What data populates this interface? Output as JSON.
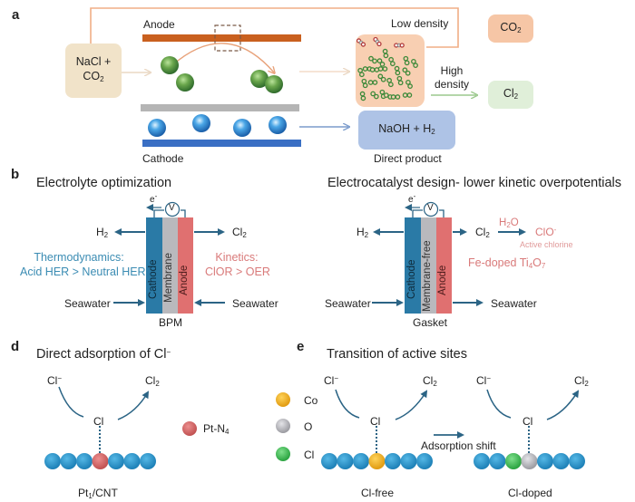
{
  "colors": {
    "anode_bar": "#c9601f",
    "cathode_bar": "#3a6fc4",
    "membrane_bar": "#b5b5b5",
    "co2_box": "#f6c6a6",
    "nacl_box": "#f1e3c9",
    "cl2_box": "#e0efd9",
    "naoh_box": "#aec3e6",
    "cell_cathode": "#2a7aa6",
    "cell_membrane": "#b9b9bd",
    "cell_anode": "#e07070",
    "arrow_dark": "#2b6485",
    "thermo_text": "#3b8cb3",
    "kinetic_text": "#d97a7a",
    "chain_blue": "#2a91c9",
    "pt_red": "#d56060",
    "co_yellow": "#f0b323",
    "o_gray": "#b8b8bc",
    "cl_green": "#3dbb52"
  },
  "panel_a": {
    "label": "a",
    "anode": "Anode",
    "cathode": "Cathode",
    "feed_line1": "NaCl +",
    "feed_line2": "CO",
    "feed_sub": "2",
    "low_density": "Low density",
    "high_density_1": "High",
    "high_density_2": "density",
    "co2_box": "CO",
    "co2_sub": "2",
    "cl2_box": "Cl",
    "cl2_sub": "2",
    "naoh_box": "NaOH + H",
    "naoh_sub": "2",
    "direct_product": "Direct product"
  },
  "panel_b": {
    "label": "b",
    "left": {
      "title": "Electrolyte optimization",
      "electron": "e",
      "electron_sup": "-",
      "voltmeter": "V",
      "h2": "H",
      "h2_sub": "2",
      "cl2": "Cl",
      "cl2_sub": "2",
      "layers": [
        "Cathode",
        "Membrane",
        "Anode"
      ],
      "thermo_1": "Thermodynamics:",
      "thermo_2": "Acid HER > Neutral HER",
      "kinetic_1": "Kinetics:",
      "kinetic_2": "ClOR > OER",
      "seawater_in_left": "Seawater",
      "seawater_in_right": "Seawater",
      "caption": "BPM"
    },
    "right": {
      "title": "Electrocatalyst design- lower kinetic overpotentials",
      "electron": "e",
      "electron_sup": "-",
      "voltmeter": "V",
      "h2": "H",
      "h2_sub": "2",
      "cl2": "Cl",
      "cl2_sub": "2",
      "h2o": "H",
      "h2o_sub": "2",
      "h2o_tail": "O",
      "clo": "ClO",
      "clo_sup": "-",
      "active_chlorine": "Active chlorine",
      "catalyst_pre": "Fe-doped Ti",
      "catalyst_sub1": "4",
      "catalyst_mid": "O",
      "catalyst_sub2": "7",
      "layers": [
        "Cathode",
        "Membrane-free",
        "Anode"
      ],
      "seawater_in": "Seawater",
      "seawater_out": "Seawater",
      "caption": "Gasket"
    }
  },
  "panel_d": {
    "label": "d",
    "title": "Direct adsorption of Cl",
    "title_sup": "−",
    "cl_minus": "Cl",
    "cl_minus_sup": "−",
    "cl2": "Cl",
    "cl2_sub": "2",
    "cl": "Cl",
    "legend_pt": "Pt-N",
    "legend_pt_sub": "4",
    "caption_pre": "Pt",
    "caption_sub": "1",
    "caption_post": "/CNT"
  },
  "panel_e": {
    "label": "e",
    "title": "Transition of active sites",
    "legend": [
      "Co",
      "O",
      "Cl"
    ],
    "left": {
      "cl_minus": "Cl",
      "cl_minus_sup": "−",
      "cl2": "Cl",
      "cl2_sub": "2",
      "cl": "Cl",
      "caption": "Cl-free"
    },
    "shift_label": "Adsorption shift",
    "right": {
      "cl_minus": "Cl",
      "cl_minus_sup": "−",
      "cl2": "Cl",
      "cl2_sub": "2",
      "cl": "Cl",
      "caption": "Cl-doped"
    }
  }
}
